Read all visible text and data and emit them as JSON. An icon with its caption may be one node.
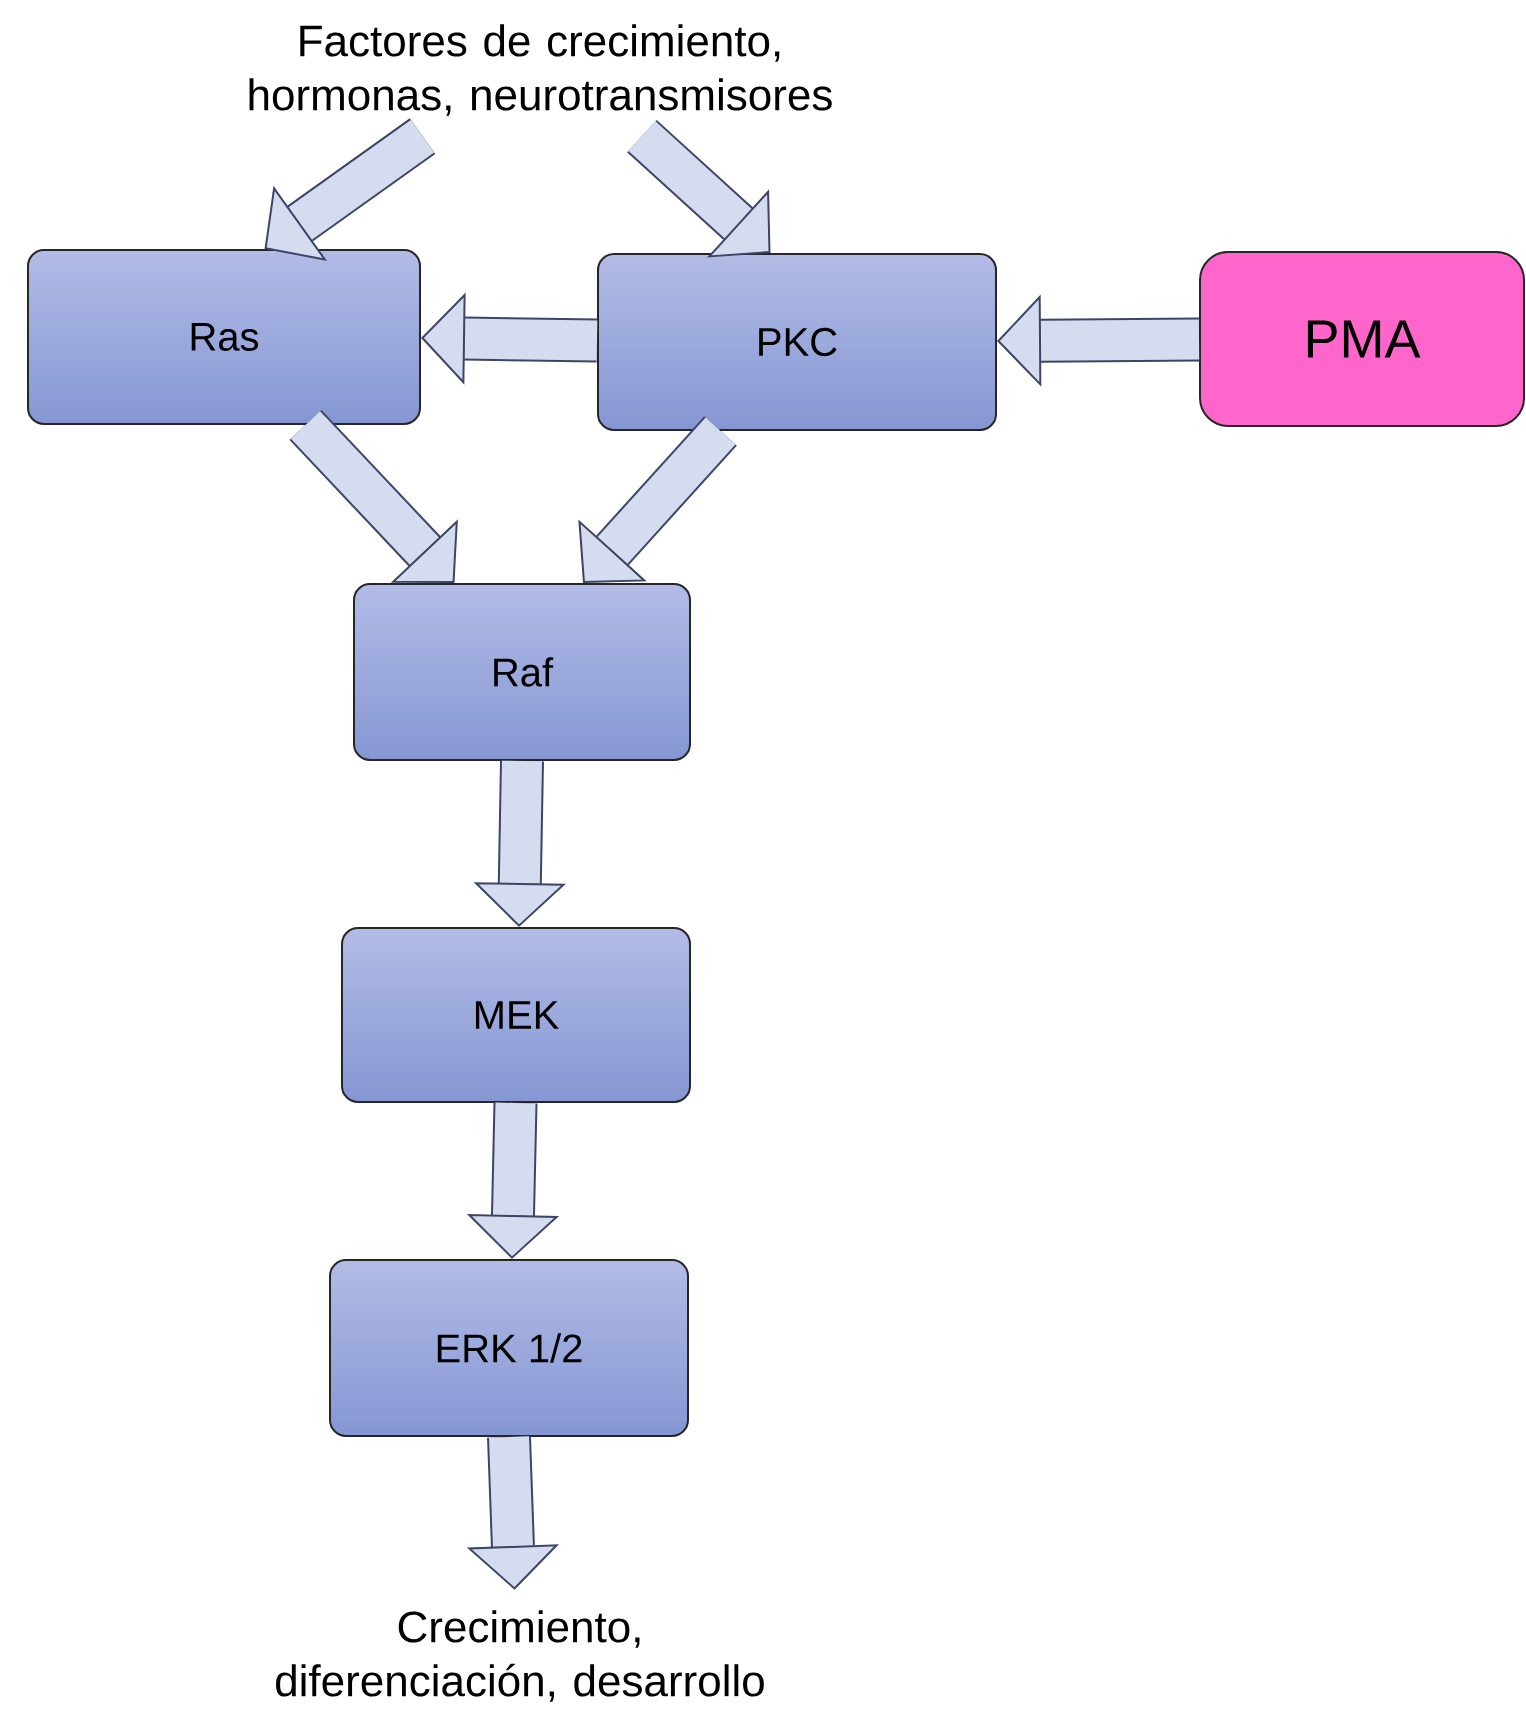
{
  "diagram": {
    "nodes": [
      {
        "text": [
          "Factores de crecimiento, hormonas, neurotransmisores"
        ]
      },
      {
        "text": [
          "Ras"
        ]
      },
      {
        "text": [
          "PKC"
        ]
      },
      {
        "text": [
          "PMA"
        ]
      },
      {
        "text": [
          "Raf"
        ]
      },
      {
        "text": [
          "MEK"
        ]
      },
      {
        "text": [
          "ERK 1/2"
        ]
      },
      {
        "text": [
          "Crecimiento, diferenciación, desarrollo"
        ]
      }
    ],
    "edges": [
      {
        "from": 0,
        "to": 1,
        "arrow": "to"
      },
      {
        "from": 0,
        "to": 2,
        "arrow": "to"
      },
      {
        "from": 2,
        "to": 1,
        "arrow": "to"
      },
      {
        "from": 3,
        "to": 2,
        "arrow": "to"
      },
      {
        "from": 1,
        "to": 4,
        "arrow": "to"
      },
      {
        "from": 2,
        "to": 4,
        "arrow": "to"
      },
      {
        "from": 4,
        "to": 5,
        "arrow": "to"
      },
      {
        "from": 5,
        "to": 6,
        "arrow": "to"
      },
      {
        "from": 6,
        "to": 7,
        "arrow": "to"
      }
    ]
  }
}
